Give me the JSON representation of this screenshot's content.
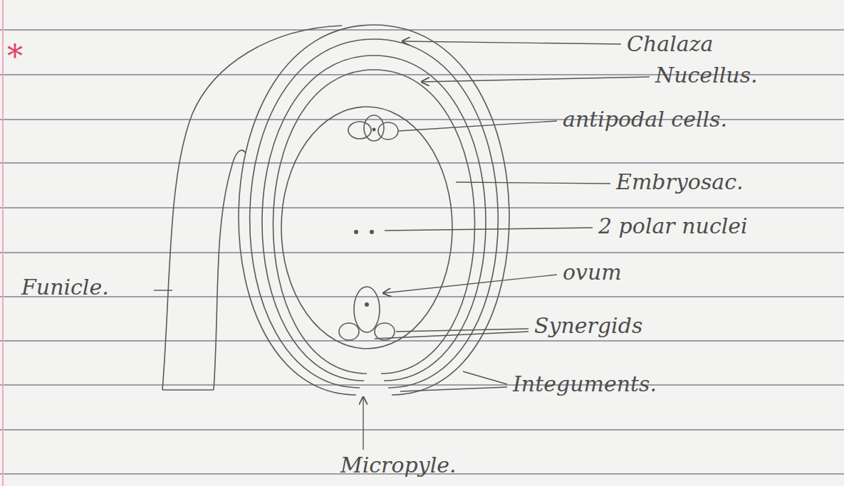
{
  "diagram": {
    "labels": [
      "*",
      "Chalaza",
      "Nucellus.",
      "antipodal cells.",
      "Embryosac.",
      "2 polar nuclei",
      "ovum",
      "Synergids",
      "Integuments.",
      "Funicle.",
      "Micropyle."
    ]
  }
}
